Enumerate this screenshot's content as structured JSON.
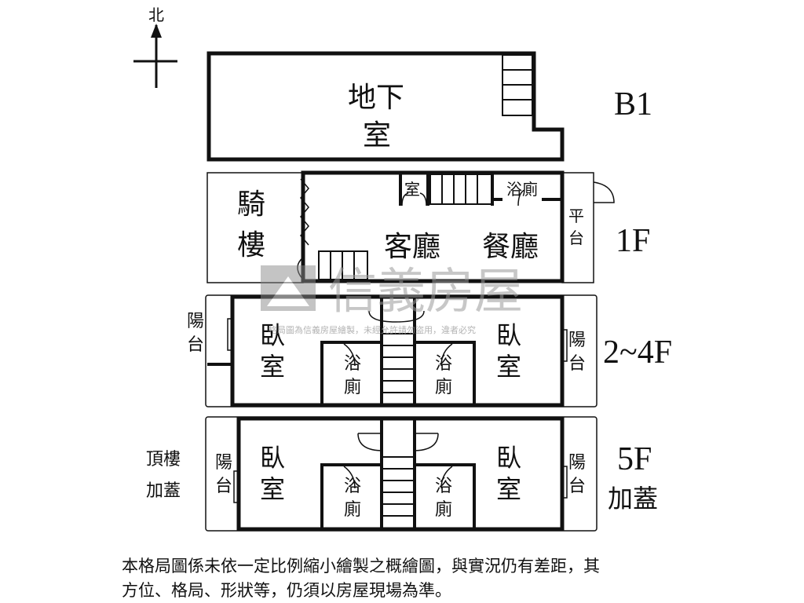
{
  "compass": {
    "north_label": "北"
  },
  "floors": {
    "b1": {
      "label": "B1",
      "rooms": {
        "basement_line1": "地下",
        "basement_line2": "室"
      }
    },
    "f1": {
      "label": "1F",
      "rooms": {
        "arcade_line1": "騎",
        "arcade_line2": "樓",
        "room": "室",
        "bath": "浴廁",
        "living": "客廳",
        "dining": "餐廳",
        "platform_line1": "平",
        "platform_line2": "台"
      }
    },
    "f2_4": {
      "label": "2~4F",
      "rooms": {
        "balcony_line1": "陽",
        "balcony_line2": "台",
        "bedroom_line1": "臥",
        "bedroom_line2": "室",
        "bath_line1": "浴",
        "bath_line2": "廁"
      }
    },
    "f5": {
      "label_line1": "5F",
      "label_line2": "加蓋",
      "side_line1": "頂樓",
      "side_line2": "加蓋",
      "rooms": {
        "balcony_line1": "陽",
        "balcony_line2": "台",
        "bedroom_line1": "臥",
        "bedroom_line2": "室",
        "bath_line1": "浴",
        "bath_line2": "廁"
      }
    }
  },
  "watermark": {
    "brand": "信義房屋",
    "notice": "格局圖為信義房屋繪製，未經允許請勿盜用，違者必究"
  },
  "disclaimer": {
    "line1": "本格局圖係未依一定比例縮小繪製之概繪圖，與實況仍有差距，其",
    "line2": "方位、格局、形狀等，仍須以房屋現場為準。"
  }
}
